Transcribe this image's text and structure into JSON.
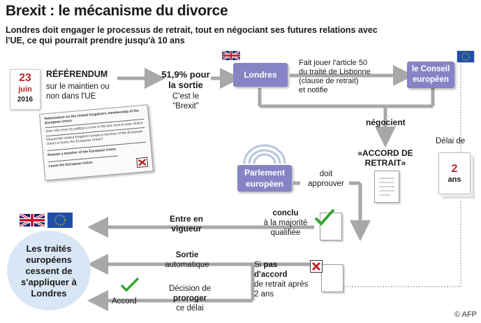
{
  "header": {
    "title": "Brexit : le mécanisme du divorce",
    "subtitle": "Londres doit engager le processus de retrait, tout en négociant ses futures relations avec l'UE, ce qui pourrait prendre jusqu'à 10 ans"
  },
  "date": {
    "day": "23",
    "month": "juin",
    "year": "2016"
  },
  "referendum": {
    "title": "RÉFÉRENDUM",
    "desc": "sur le maintien ou non dans l'UE"
  },
  "result": {
    "pct": "51,9% pour la sortie",
    "desc": "C'est le \"Brexit\""
  },
  "nodes": {
    "london": "Londres",
    "council": "le Conseil européen",
    "parliament": "Parlement européen"
  },
  "article50": {
    "line1": "Fait jouer l'article 50",
    "line2": "du traité de Lisbonne",
    "line3": "(clause de retrait)",
    "line4": "et notifie"
  },
  "negotiate": "négocient",
  "accord": {
    "label": "«ACCORD DE RETRAIT»"
  },
  "approve": "doit approuver",
  "delay": {
    "label": "Délai de",
    "value": "2",
    "unit": "ans"
  },
  "concluded": {
    "bold": "conclu",
    "rest": "à la majorité qualifiée"
  },
  "entry": "Entre en vigueur",
  "noaccord": {
    "si": "Si",
    "bold": "pas d'accord",
    "rest": "de retrait après 2 ans"
  },
  "exit": {
    "bold": "Sortie",
    "rest": "automatique"
  },
  "extend": {
    "pre": "Décision de",
    "bold": "proroger",
    "post": "ce délai"
  },
  "accord_small": "Accord",
  "end": "Les traités européens cessent de s'appliquer à Londres",
  "ballot": {
    "line1": "Referendum on the United Kingdom's membership of the European Union",
    "line2": "Vote only once by putting a cross in the box next to your choice",
    "line3": "Should the United Kingdom remain a member of the European Union or leave the European Union?",
    "opt1": "Remain a member of the European Union",
    "opt2": "Leave the European Union"
  },
  "credit": "© AFP",
  "colors": {
    "node": "#8684c4",
    "circle": "#d9e6f5",
    "red": "#c0262c",
    "green": "#3aa535",
    "arrow": "#a8a8a8"
  }
}
